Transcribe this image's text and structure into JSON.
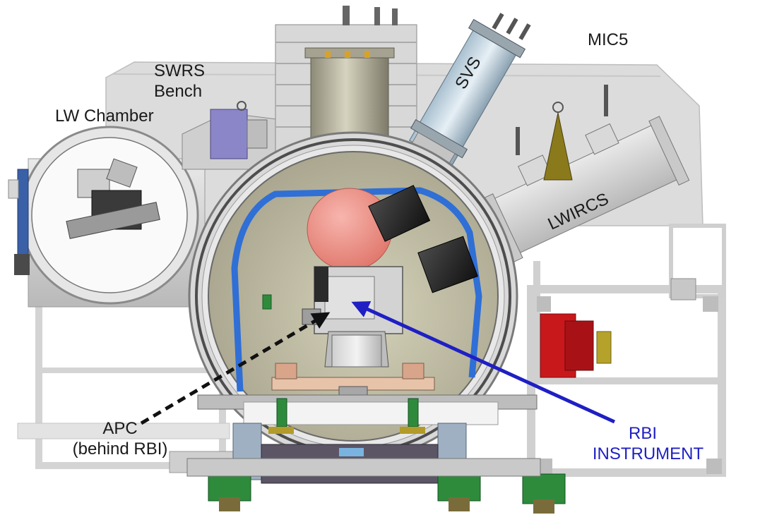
{
  "labels": {
    "mic5": "MIC5",
    "swrs_line1": "SWRS",
    "swrs_line2": "Bench",
    "lw_chamber": "LW Chamber",
    "svs": "SVS",
    "lwircs": "LWIRCS",
    "apc_line1": "APC",
    "apc_line2": "(behind RBI)",
    "rbi_line1": "RBI",
    "rbi_line2": "INSTRUMENT"
  },
  "colors": {
    "rbi_arrow": "#1f1fc4",
    "apc_arrow": "#111111",
    "rbi_text": "#1f1fc4",
    "thermal_shield": "#2f6fd6",
    "chamber_interior": "#bdb9a2",
    "target_sphere": "#f19a92",
    "ext_red": "#c8181c",
    "feet_green": "#2e8b3c"
  }
}
